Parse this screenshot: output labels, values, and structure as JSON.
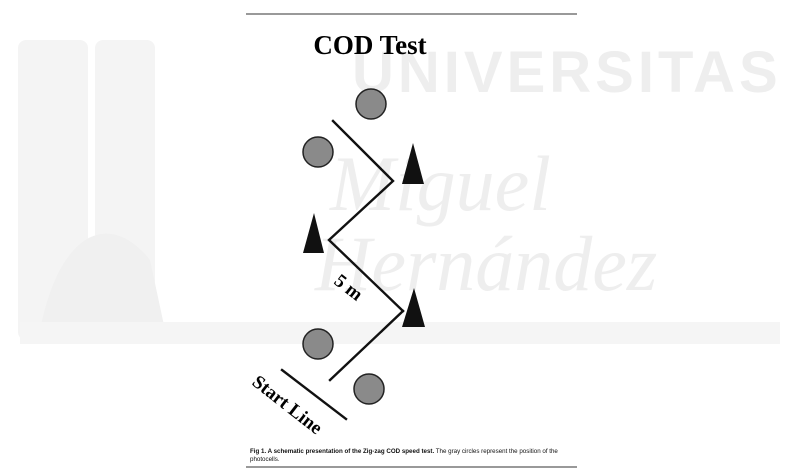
{
  "figure": {
    "title": "COD Test",
    "distance_label": "5 m",
    "start_label": "Start Line",
    "watermark": {
      "line1": "UNIVERSITAS",
      "line2": "Miguel",
      "line3": "Hernández"
    },
    "caption": {
      "bold": "Fig 1.  A schematic presentation of the Zig-zag COD speed test.",
      "text": " The gray circles represent the position of the photocells."
    },
    "colors": {
      "photocell_fill": "#8a8a8a",
      "cone_fill": "#111111",
      "line": "#111111",
      "watermark": "#f1f1f1"
    }
  }
}
